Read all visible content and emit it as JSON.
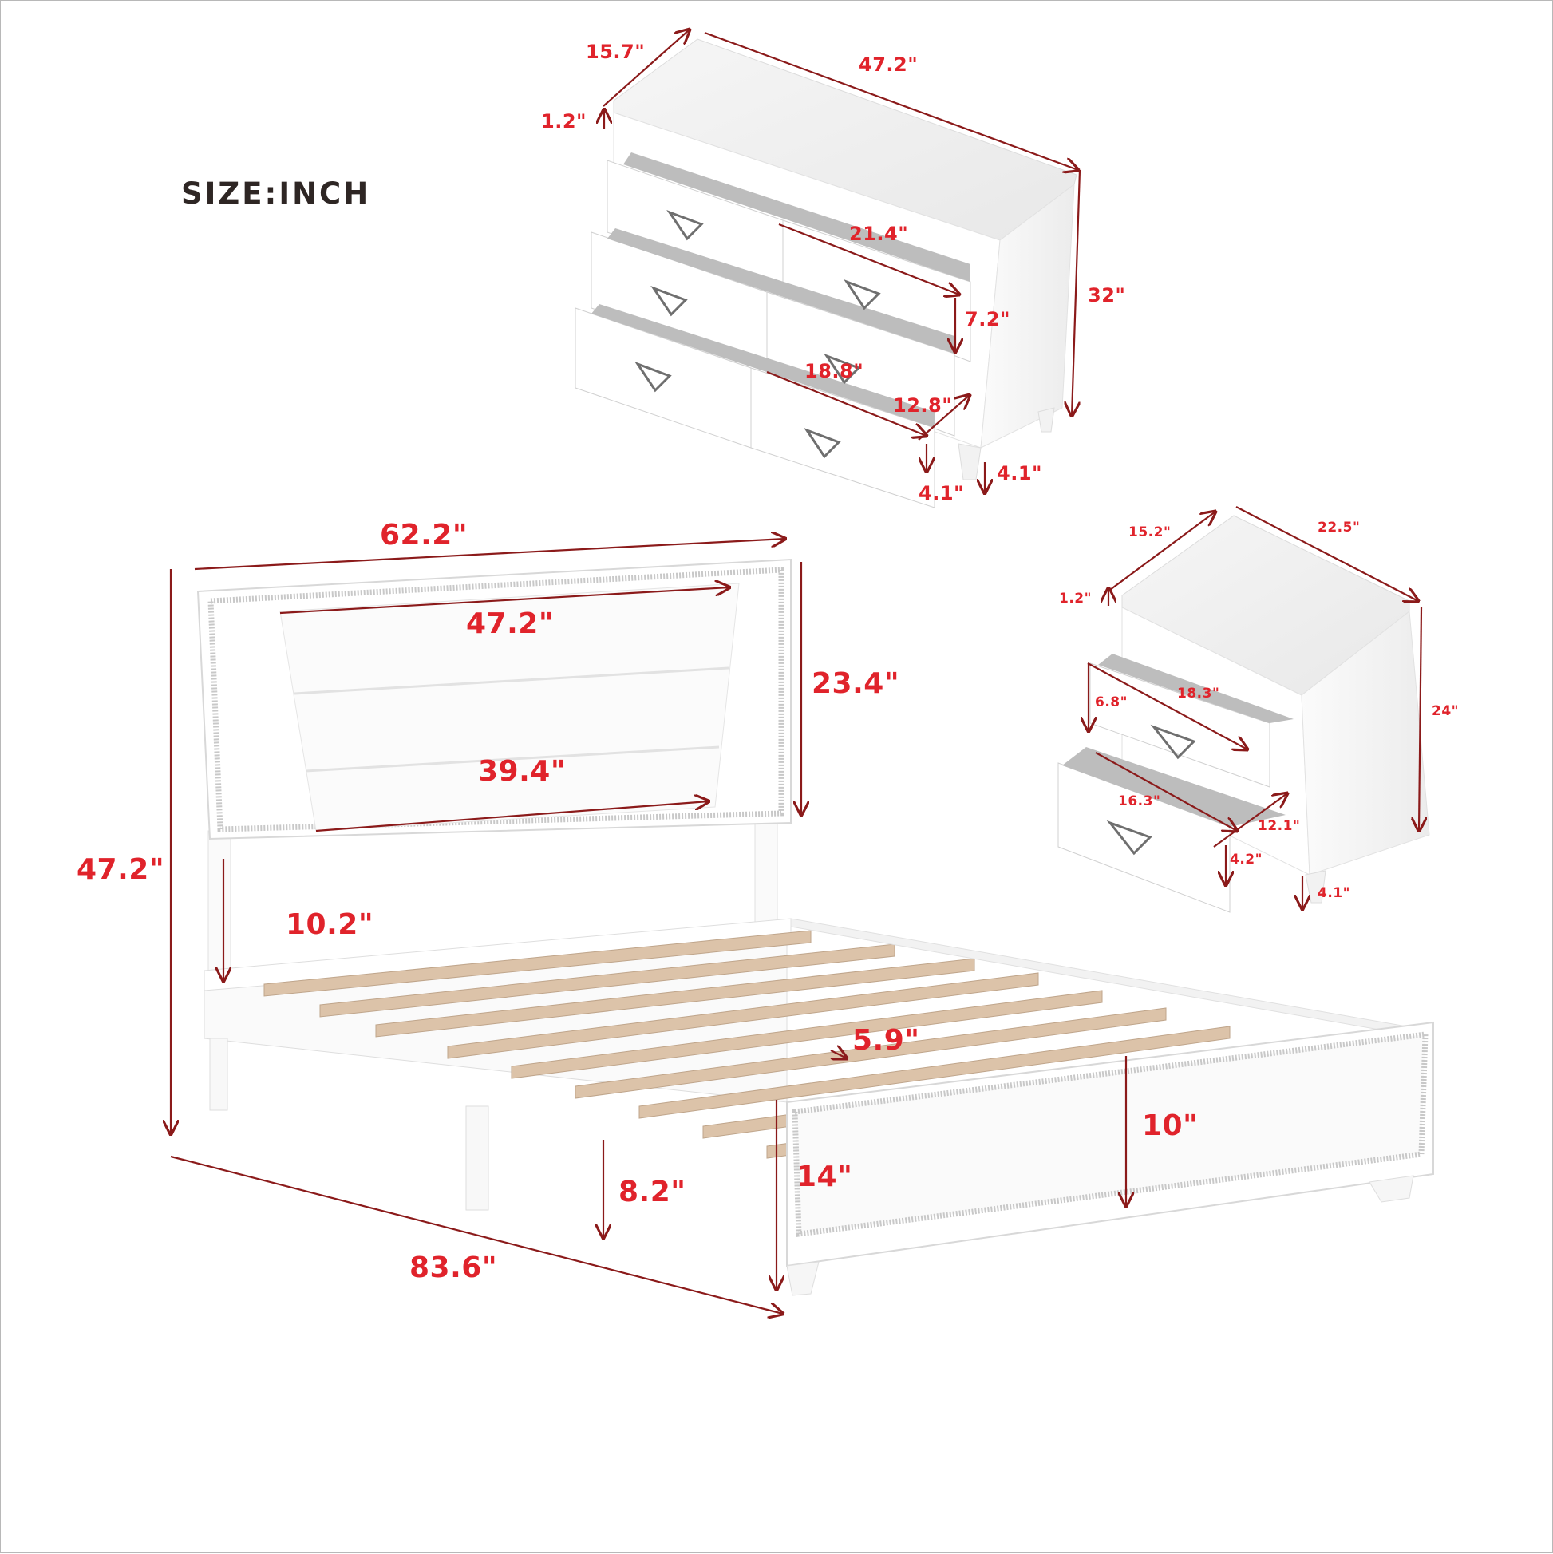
{
  "title": "SIZE:INCH",
  "colors": {
    "label": "#e0232b",
    "arrow": "#8b1a1a",
    "furniture": "#ffffff",
    "furniture_shadow": "#d9d9d9",
    "slats": "#d9bfa6",
    "handle": "#6f6f6f",
    "title": "#2e2624",
    "border": "#b8b8b8"
  },
  "dresser": {
    "depth": "15.7\"",
    "width": "47.2\"",
    "top_thickness": "1.2\"",
    "height": "32\"",
    "top_drawer_depth": "21.4\"",
    "top_drawer_height": "7.2\"",
    "bottom_drawer_depth": "18.8\"",
    "bottom_drawer_side_depth": "12.8\"",
    "drawer_inner_height": "4.1\"",
    "leg_height": "4.1\""
  },
  "nightstand": {
    "depth": "15.2\"",
    "width": "22.5\"",
    "top_thickness": "1.2\"",
    "height": "24\"",
    "top_drawer_height": "6.8\"",
    "top_drawer_depth": "18.3\"",
    "bottom_drawer_depth": "16.3\"",
    "bottom_drawer_side_depth": "12.1\"",
    "drawer_inner_height": "4.2\"",
    "leg_height": "4.1\""
  },
  "bed": {
    "headboard_width": "62.2\"",
    "upholstery_top_width": "47.2\"",
    "upholstery_bottom_width": "39.4\"",
    "headboard_panel_height": "23.4\"",
    "overall_height": "47.2\"",
    "headboard_to_rail": "10.2\"",
    "slat_gap": "5.9\"",
    "footboard_panel_height": "10\"",
    "footboard_height": "14\"",
    "under_bed_clearance": "8.2\"",
    "length": "83.6\""
  }
}
